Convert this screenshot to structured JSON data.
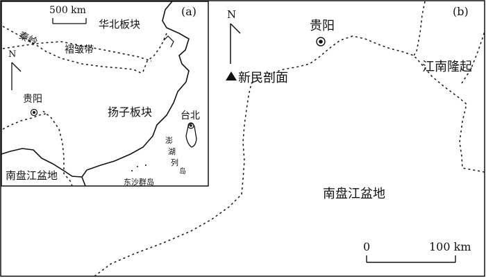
{
  "map_b": {
    "panel_label": "(b)",
    "north_label": "N",
    "guiyang_label": "贵阳",
    "section_label": "新民剖面",
    "jiangnan_label": "江南隆起",
    "basin_label": "南盘江盆地",
    "scale": {
      "zero": "0",
      "end": "100 km"
    }
  },
  "map_a": {
    "panel_label": "(a)",
    "scale_label": "500 km",
    "north_label": "N",
    "north_china_label": "华北板块",
    "qinling_label": "秦岭",
    "fold_belt_label": "褶皱带",
    "guiyang_label": "贵阳",
    "yangtze_label": "扬子板块",
    "taibei_label": "台北",
    "penghu_chars": [
      "澎",
      "湖",
      "列",
      "岛"
    ],
    "dongsha_label": "东沙群岛",
    "basin_label": "南盘江盆地"
  }
}
